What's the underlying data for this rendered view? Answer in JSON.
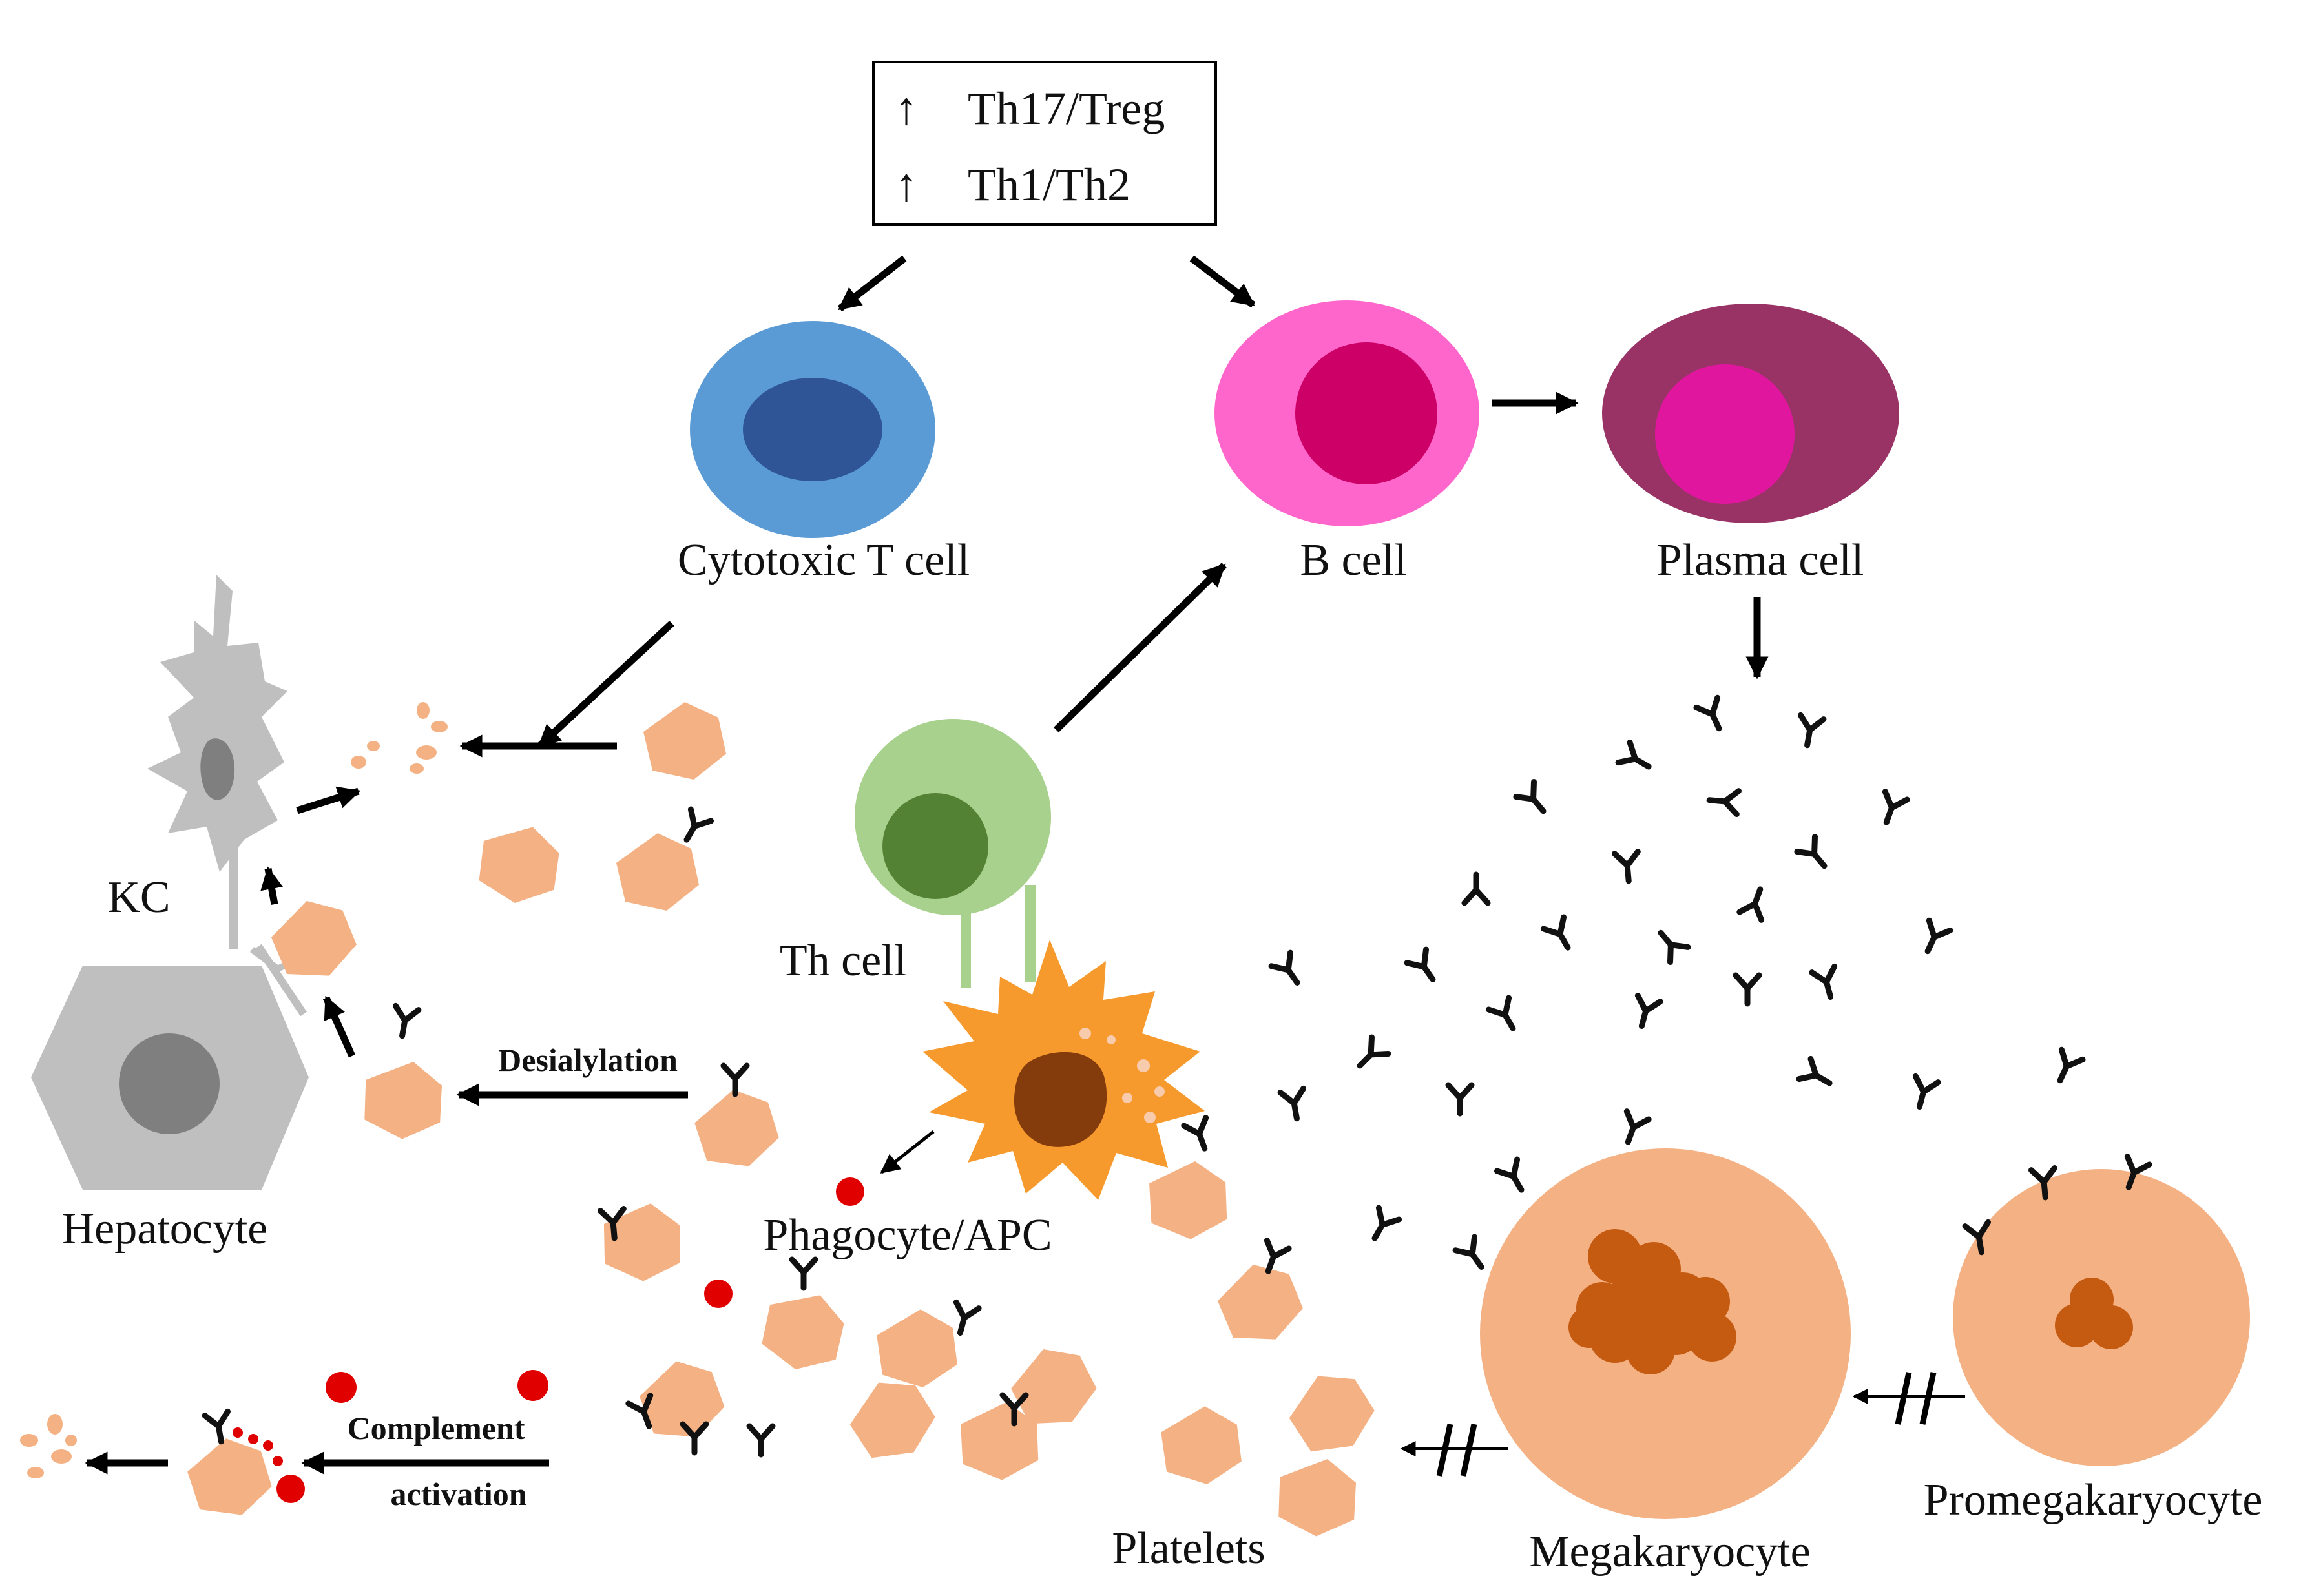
{
  "header_box": {
    "line1_symbol": "↑",
    "line1_text": "Th17/Treg",
    "line2_symbol": "↑",
    "line2_text": "Th1/Th2"
  },
  "labels": {
    "cytotoxic_t_cell": "Cytotoxic T cell",
    "b_cell": "B cell",
    "plasma_cell": "Plasma cell",
    "th_cell": "Th cell",
    "kc": "KC",
    "hepatocyte": "Hepatocyte",
    "phagocyte": "Phagocyte/APC",
    "platelets": "Platelets",
    "megakaryocyte": "Megakaryocyte",
    "promegakaryocyte": "Promegakaryocyte",
    "desialylation": "Desialylation",
    "complement_line1": "Complement",
    "complement_line2": "activation"
  },
  "colors": {
    "cytotoxic_outer": "#5b9bd5",
    "cytotoxic_inner": "#2f5597",
    "b_outer": "#ff66cc",
    "b_inner": "#cc0066",
    "plasma_outer": "#993366",
    "plasma_inner": "#e0169e",
    "th_outer": "#a9d18e",
    "th_inner": "#548235",
    "platelet": "#f4b183",
    "megakaryocyte": "#f4b183",
    "megakaryocyte_nucleus": "#c55a11",
    "phagocyte": "#f79a2e",
    "phagocyte_nucleus": "#843c0c",
    "kc": "#bfbfbf",
    "hepatocyte": "#bfbfbf",
    "hepatocyte_nucleus": "#7f7f7f",
    "complement": "#e00000"
  }
}
